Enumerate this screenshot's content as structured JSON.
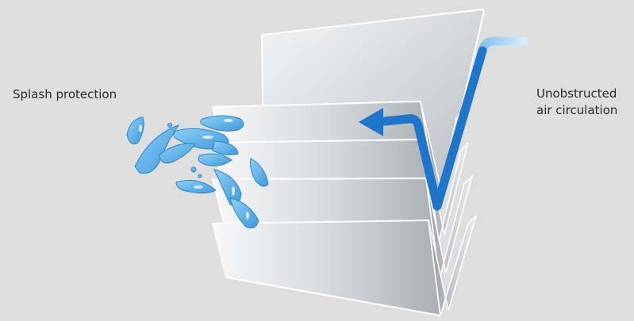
{
  "labels": {
    "left": "Splash protection",
    "right_line1": "Unobstructed",
    "right_line2": "air circulation"
  },
  "colors": {
    "background": "#dedede",
    "slat_light": "#f3f4f5",
    "slat_dark": "#9aa0a6",
    "airflow": "#1f75c9",
    "water": "#5fb0e6"
  }
}
